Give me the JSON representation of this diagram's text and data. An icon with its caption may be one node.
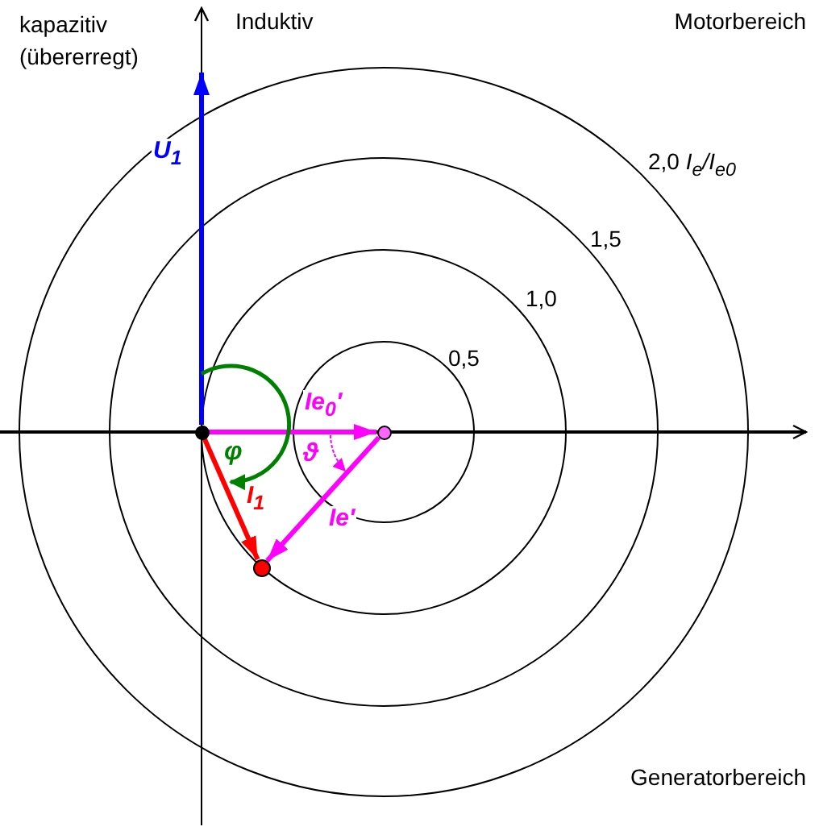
{
  "diagram": {
    "nodes": [
      {
        "text": [],
        "shape": "circle"
      },
      {
        "text": [],
        "shape": "circle"
      },
      {
        "text": [],
        "shape": "circle"
      }
    ],
    "edges": [
      {
        "from": 0,
        "to": null,
        "arrow": "to",
        "label": "U$_{1}$",
        "color": "#0000ff"
      },
      {
        "from": 0,
        "to": 1,
        "arrow": "to",
        "label": "Ie$_{0}$′",
        "color": "#ff00ff"
      },
      {
        "from": 1,
        "to": 2,
        "arrow": "to",
        "label": "Ie′",
        "color": "#ff00ff"
      },
      {
        "from": 0,
        "to": 2,
        "arrow": "to",
        "label": "I$_{1}$",
        "color": "#ff0000"
      }
    ],
    "labels": [
      "kapazitiv (übererregt)",
      "Induktiv",
      "Motorbereich",
      "2,0 *I$_{e}$/I$_{e0}$*",
      "1,5",
      "1,0",
      "0,5",
      "φ",
      "ϑ",
      "Generatorbereich"
    ]
  }
}
